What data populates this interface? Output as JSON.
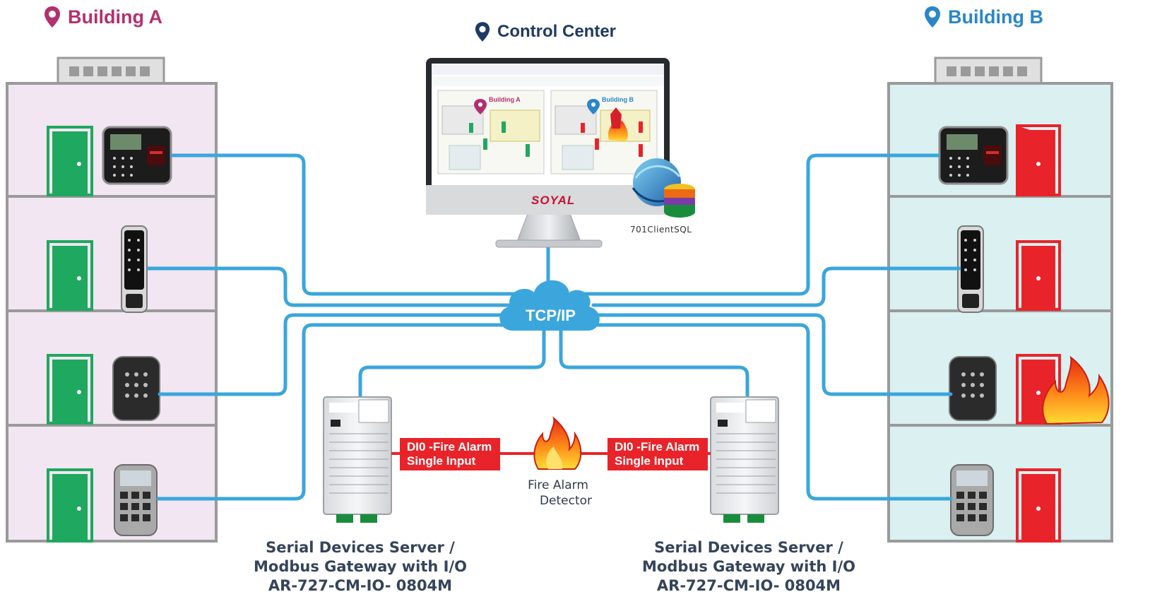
{
  "buildings": {
    "a": {
      "title": "Building A",
      "color": "#b3306e"
    },
    "b": {
      "title": "Building B",
      "color": "#2a86c8"
    }
  },
  "control_center": {
    "title": "Control Center",
    "monitor_brand": "SOYAL",
    "screen_tab_a": "Building A",
    "screen_tab_b": "Building B",
    "software": "701ClientSQL"
  },
  "network": {
    "label": "TCP/IP",
    "line_color": "#3aa6dc"
  },
  "gateways": [
    {
      "caption": [
        "Serial Devices Server /",
        "Modbus Gateway with I/O",
        "AR-727-CM-IO- 0804M"
      ],
      "alarm_box": [
        "DI0 -Fire Alarm",
        "Single Input"
      ]
    },
    {
      "caption": [
        "Serial Devices Server /",
        "Modbus Gateway with I/O",
        "AR-727-CM-IO- 0804M"
      ],
      "alarm_box": [
        "DI0 -Fire Alarm",
        "Single Input"
      ]
    }
  ],
  "detector": {
    "label": [
      "Fire Alarm",
      "Detector"
    ]
  },
  "colors": {
    "door_ok": "#1fa85f",
    "door_alarm": "#e8242a",
    "building_a_bg": "#f1e6f1",
    "building_b_bg": "#daf0f1"
  }
}
